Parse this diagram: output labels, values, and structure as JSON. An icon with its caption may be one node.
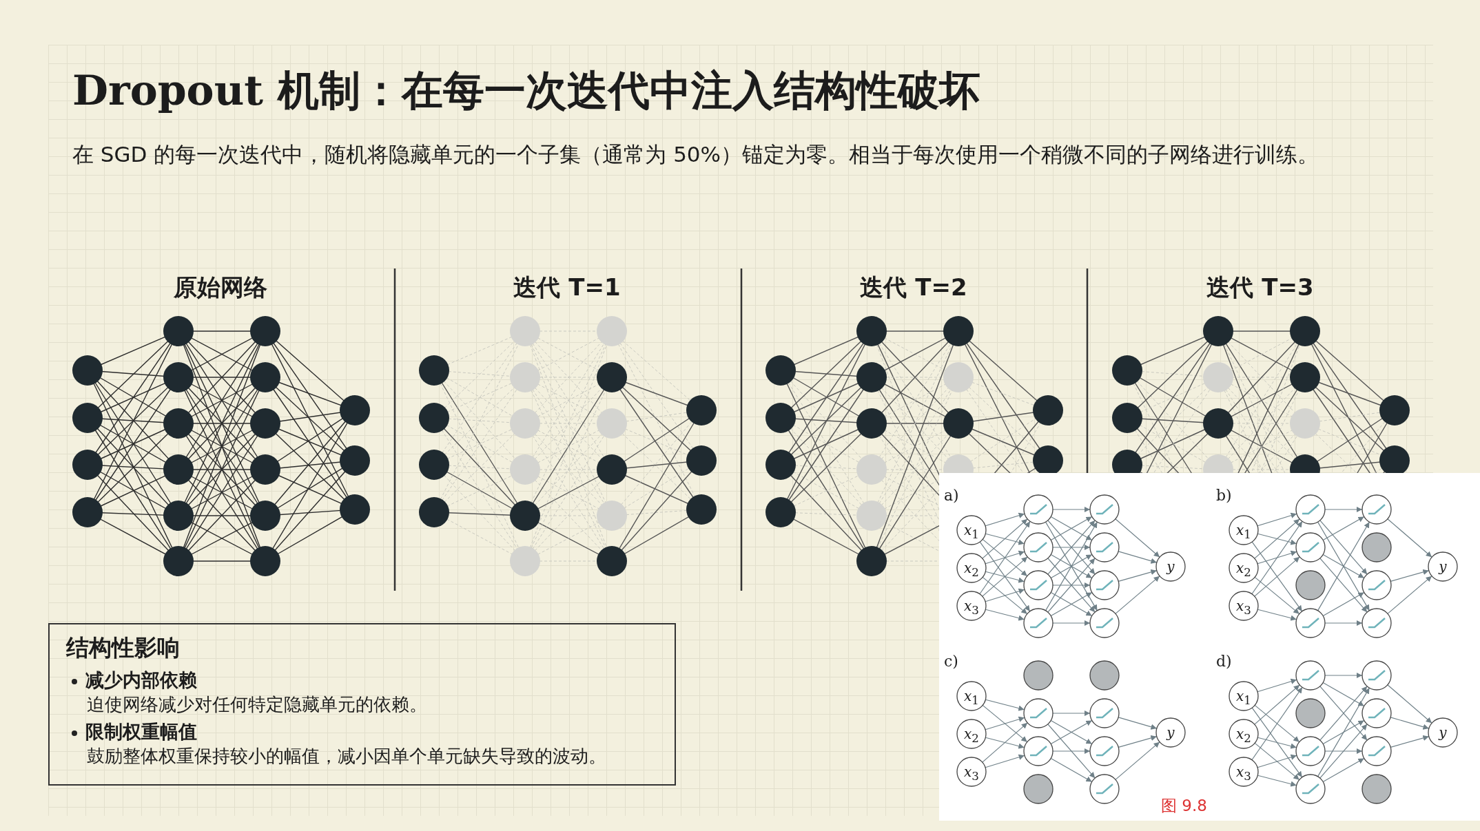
{
  "diagram": {
    "title": "Dropout 机制：在每一次迭代中注入结构性破坏",
    "nodes": [
      {
        "text": [
          "结构性影响",
          "减少内部依赖",
          "迫使网络减少对任何特定隐藏单元的依赖。",
          "限制权重幅值",
          "鼓励整体权重保持较小的幅值，减小因单个单元缺失导致的波动。"
        ]
      }
    ],
    "labels": [
      "在 SGD 的每一次迭代中，随机将隐藏单元的一个子集（通常为 50%）锚定为零。相当于每次使用一个稍微不同的子网络进行训练。",
      "原始网络",
      "迭代 T=1",
      "迭代 T=2",
      "迭代 T=3",
      "a)",
      "*x*$_{1}$",
      "*x*$_{2}$",
      "*x*$_{3}$",
      "*y*",
      "b)",
      "*x*$_{1}$",
      "*x*$_{2}$",
      "*x*$_{3}$",
      "*y*",
      "c)",
      "*x*$_{1}$",
      "*x*$_{2}$",
      "*x*$_{3}$",
      "*y*",
      "d)",
      "*x*$_{1}$",
      "*x*$_{2}$",
      "*x*$_{3}$",
      "*y*",
      "图 9.8"
    ]
  }
}
